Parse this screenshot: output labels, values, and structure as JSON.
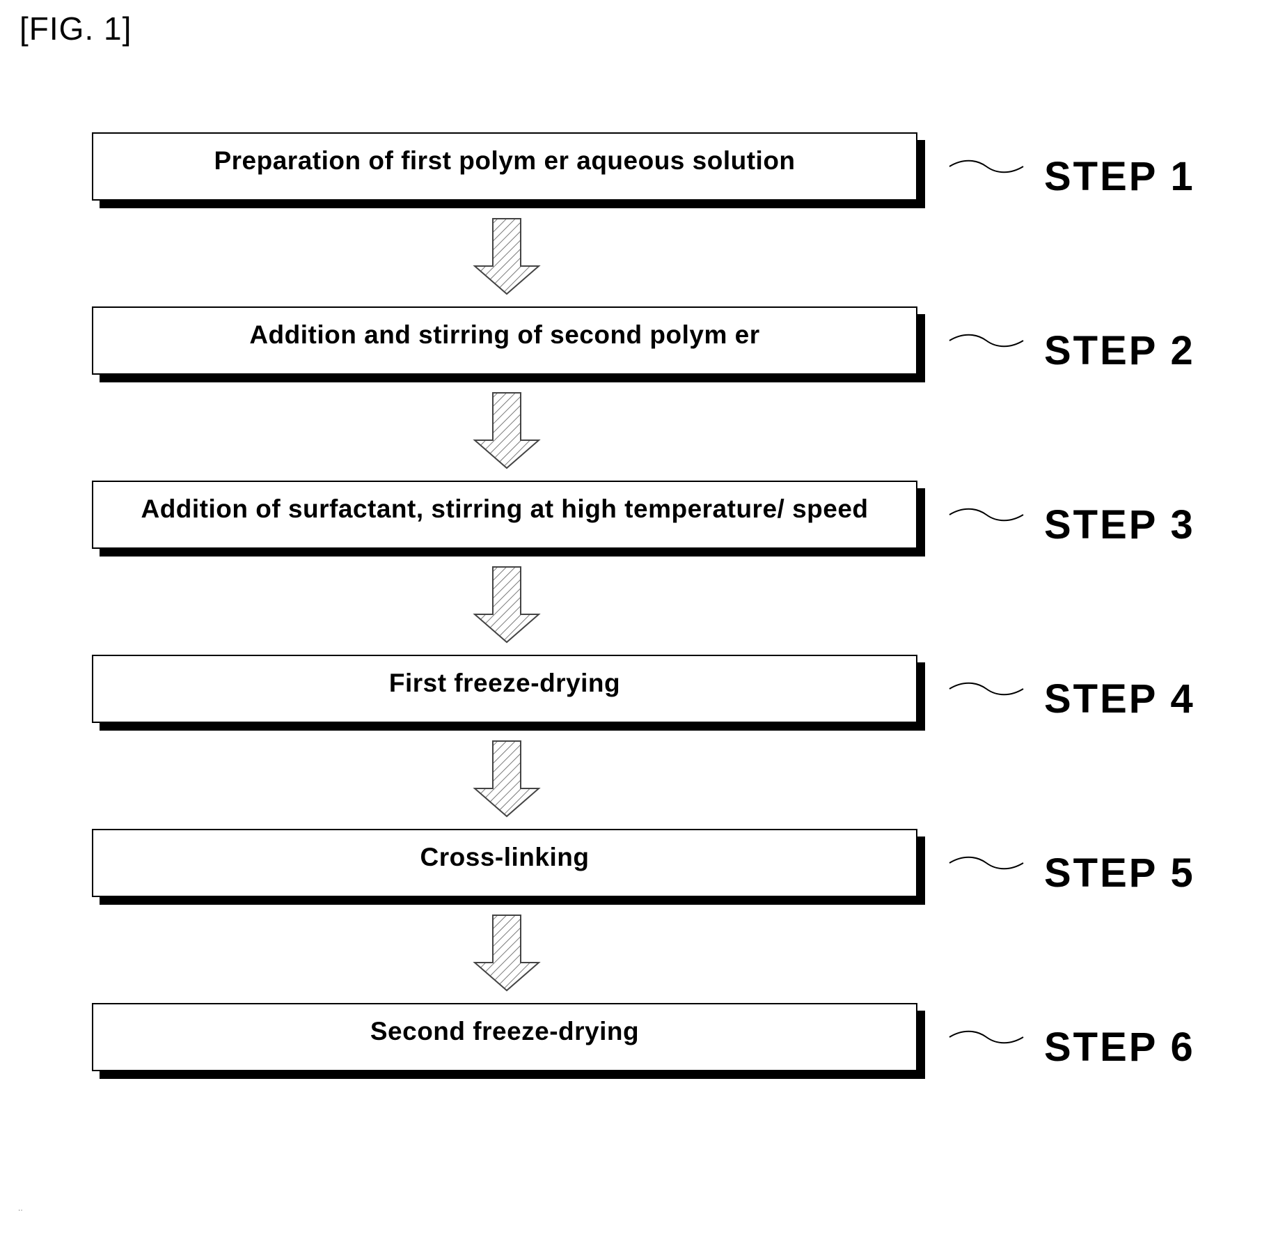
{
  "figure": {
    "label": "[FIG. 1]"
  },
  "steps": [
    {
      "text": "Preparation of first polym er aqueous solution",
      "tag": "STEP 1"
    },
    {
      "text": "Addition and stirring of second polym er",
      "tag": "STEP 2"
    },
    {
      "text": "Addition of surfactant, stirring at high temperature/ speed",
      "tag": "STEP 3"
    },
    {
      "text": "First freeze-drying",
      "tag": "STEP 4"
    },
    {
      "text": "Cross-linking",
      "tag": "STEP 5"
    },
    {
      "text": "Second freeze-drying",
      "tag": "STEP 6"
    }
  ],
  "colors": {
    "ink": "#000000",
    "arrow_hatch": "#7a7a7a",
    "background": "#ffffff"
  },
  "icons": {
    "flow_arrow": "hatched-down-arrow-icon",
    "connector": "tilde-connector-icon"
  }
}
